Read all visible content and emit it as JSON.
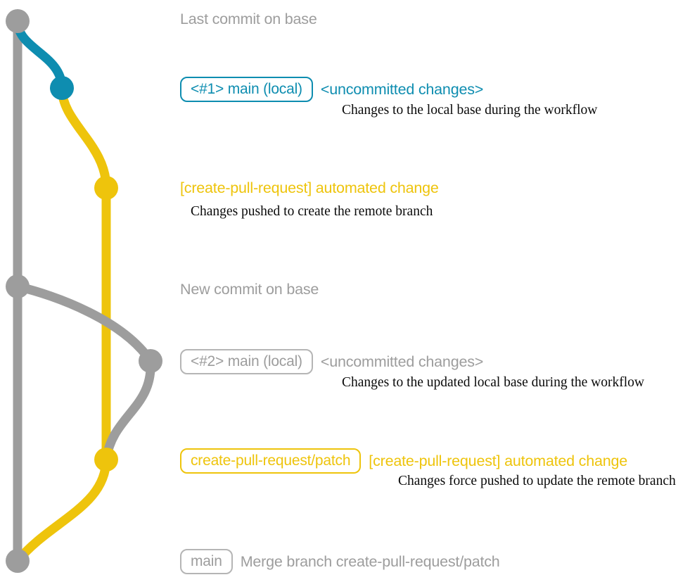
{
  "diagram": {
    "title": "git commit graph for create-pull-request workflow",
    "colors": {
      "base": "#9d9d9d",
      "local": "#0e8db0",
      "patch": "#eec40c",
      "note_text": "#0a0a0a",
      "background": "#ffffff"
    }
  },
  "rows": [
    {
      "id": "last-commit-on-base",
      "branch_label": null,
      "headline": "Last commit on base",
      "headline_color": "#9d9d9d",
      "note": null,
      "node_color": "#9d9d9d"
    },
    {
      "id": "local-1",
      "branch_label": "<#1> main (local)",
      "branch_label_color": "#0e8db0",
      "headline": "<uncommitted changes>",
      "headline_color": "#0e8db0",
      "note": "Changes to the local base during the workflow",
      "node_color": "#0e8db0"
    },
    {
      "id": "automated-change-1",
      "branch_label": null,
      "headline": "[create-pull-request] automated change",
      "headline_color": "#eec40c",
      "note": "Changes pushed to create the remote branch",
      "node_color": "#eec40c"
    },
    {
      "id": "new-commit-on-base",
      "branch_label": null,
      "headline": "New commit on base",
      "headline_color": "#9d9d9d",
      "note": null,
      "node_color": "#9d9d9d"
    },
    {
      "id": "local-2",
      "branch_label": "<#2> main (local)",
      "branch_label_color": "#9d9d9d",
      "headline": "<uncommitted changes>",
      "headline_color": "#9d9d9d",
      "note": "Changes to the updated local base during the workflow",
      "node_color": "#9d9d9d"
    },
    {
      "id": "automated-change-2",
      "branch_label": "create-pull-request/patch",
      "branch_label_color": "#eec40c",
      "headline": "[create-pull-request] automated change",
      "headline_color": "#eec40c",
      "note": "Changes force pushed to update the remote branch",
      "node_color": "#eec40c"
    },
    {
      "id": "merge-commit",
      "branch_label": "main",
      "branch_label_color": "#9d9d9d",
      "headline": "Merge branch create-pull-request/patch",
      "headline_color": "#9d9d9d",
      "note": null,
      "node_color": "#9d9d9d"
    }
  ]
}
